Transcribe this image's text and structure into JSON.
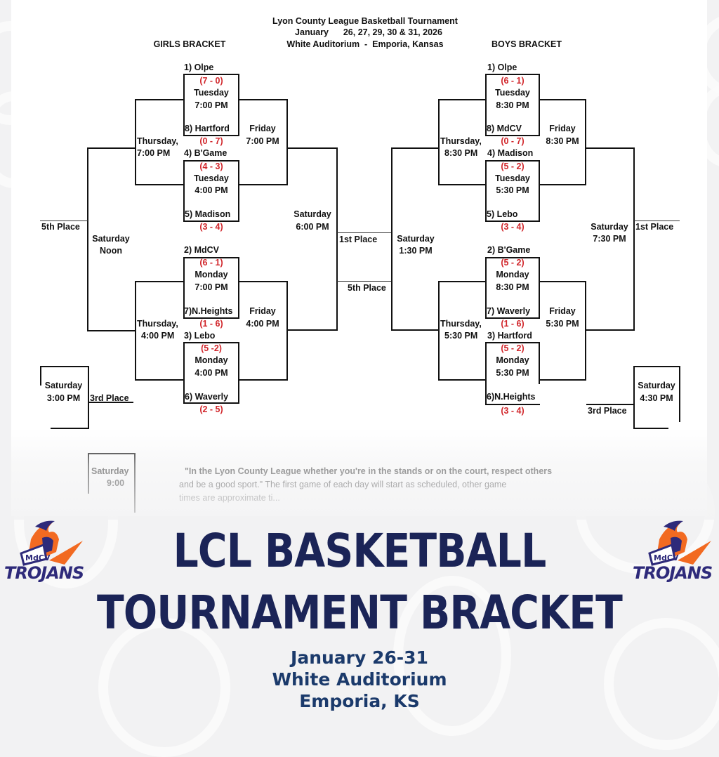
{
  "document": {
    "title": "Lyon County League Basketball Tournament",
    "dates_label": "January",
    "dates": "26, 27, 29, 30 & 31, 2026",
    "venue": "White Auditorium  -  Emporia, Kansas",
    "girls_label": "GIRLS BRACKET",
    "boys_label": "BOYS BRACKET"
  },
  "girls": {
    "first_round": [
      {
        "top_team": "1) Olpe",
        "top_record": "(7 - 0)",
        "day": "Tuesday",
        "time": "7:00 PM",
        "bottom_team": "8) Hartford",
        "bottom_record": "(0 - 7)"
      },
      {
        "top_team": "4) B'Game",
        "top_record": "(4 - 3)",
        "day": "Tuesday",
        "time": "4:00 PM",
        "bottom_team": "5) Madison",
        "bottom_record": "(3 - 4)"
      },
      {
        "top_team": "2) MdCV",
        "top_record": "(6 - 1)",
        "day": "Monday",
        "time": "7:00 PM",
        "bottom_team": "7)N.Heights",
        "bottom_record": "(1 - 6)"
      },
      {
        "top_team": "3) Lebo",
        "top_record": "(5 -2)",
        "day": "Monday",
        "time": "4:00 PM",
        "bottom_team": "6) Waverly",
        "bottom_record": "(2 - 5)"
      }
    ],
    "thursday_top": {
      "day": "Thursday,",
      "time": "7:00 PM"
    },
    "thursday_bottom": {
      "day": "Thursday,",
      "time": "4:00 PM"
    },
    "friday_top": {
      "day": "Friday",
      "time": "7:00 PM"
    },
    "friday_bottom": {
      "day": "Friday",
      "time": "4:00 PM"
    },
    "semi": {
      "day": "Saturday",
      "time": "6:00 PM"
    },
    "consolation": {
      "day": "Saturday",
      "time": "Noon"
    },
    "third": {
      "day": "Saturday",
      "time": "3:00 PM"
    },
    "seventh": {
      "day": "Saturday",
      "time": "9:00"
    },
    "first_place": "1st Place",
    "fifth_place": "5th Place",
    "fifth_place_left": "5th Place",
    "third_place": "3rd Place"
  },
  "boys": {
    "first_round": [
      {
        "top_team": "1) Olpe",
        "top_record": "(6 - 1)",
        "day": "Tuesday",
        "time": "8:30 PM",
        "bottom_team": "8) MdCV",
        "bottom_record": "(0 - 7)"
      },
      {
        "top_team": "4) Madison",
        "top_record": "(5 - 2)",
        "day": "Tuesday",
        "time": "5:30 PM",
        "bottom_team": "5) Lebo",
        "bottom_record": "(3 - 4)"
      },
      {
        "top_team": "2) B'Game",
        "top_record": "(5 - 2)",
        "day": "Monday",
        "time": "8:30 PM",
        "bottom_team": "7) Waverly",
        "bottom_record": "(1 - 6)"
      },
      {
        "top_team": "3) Hartford",
        "top_record": "(5 - 2)",
        "day": "Monday",
        "time": "5:30 PM",
        "bottom_team": "6)N.Heights",
        "bottom_record": "(3 - 4)"
      }
    ],
    "thursday_top": {
      "day": "Thursday,",
      "time": "8:30 PM"
    },
    "thursday_bottom": {
      "day": "Thursday,",
      "time": "5:30 PM"
    },
    "friday_top": {
      "day": "Friday",
      "time": "8:30 PM"
    },
    "friday_bottom": {
      "day": "Friday",
      "time": "5:30 PM"
    },
    "semi": {
      "day": "Saturday",
      "time": "7:30 PM"
    },
    "consolation": {
      "day": "Saturday",
      "time": "1:30 PM"
    },
    "third": {
      "day": "Saturday",
      "time": "4:30 PM"
    },
    "first_place": "1st Place",
    "third_place": "3rd Place"
  },
  "quote": {
    "bold": "\"In the Lyon County League whether you're in the stands or on the court, respect others",
    "line2": "and be a good sport.\"  The first game of each day will start as scheduled, other game",
    "line3": "times are approximate ti..."
  },
  "banner": {
    "title_line1": "LCL BASKETBALL",
    "title_line2": "TOURNAMENT BRACKET",
    "dates": "January 26-31",
    "venue": "White Auditorium",
    "city": "Emporia, KS",
    "logo_text_top": "MdCV",
    "logo_text": "TROJANS"
  },
  "colors": {
    "navy": "#1b2457",
    "subtitle_blue": "#1b3a6b",
    "record_red": "#d1262b",
    "logo_orange": "#f26a21",
    "logo_purple": "#2e2a7a"
  }
}
